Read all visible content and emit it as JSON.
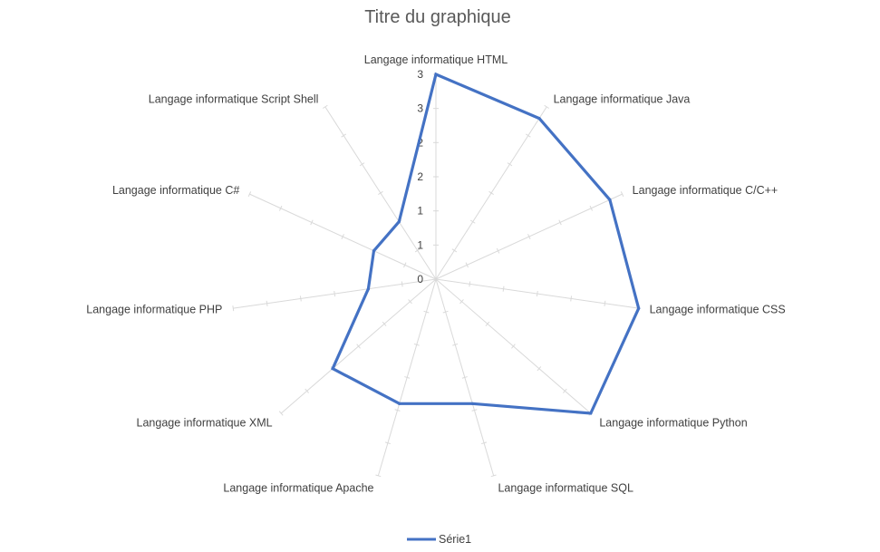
{
  "chart_data": {
    "type": "radar",
    "title": "Titre du graphique",
    "categories": [
      "Langage informatique HTML",
      "Langage informatique Java",
      "Langage informatique C/C++",
      "Langage informatique CSS",
      "Langage informatique Python",
      "Langage informatique SQL",
      "Langage informatique Apache",
      "Langage informatique XML",
      "Langage informatique PHP",
      "Langage informatique C#",
      "Langage informatique Script Shell"
    ],
    "tick_labels": [
      "0",
      "1",
      "1",
      "2",
      "2",
      "3",
      "3"
    ],
    "ylim": [
      0,
      3
    ],
    "series": [
      {
        "name": "Série1",
        "color": "#4472C4",
        "values": [
          3.0,
          2.8,
          2.8,
          3.0,
          3.0,
          1.9,
          1.9,
          2.0,
          1.0,
          1.0,
          1.0
        ]
      }
    ],
    "legend": "bottom",
    "grid": true
  }
}
